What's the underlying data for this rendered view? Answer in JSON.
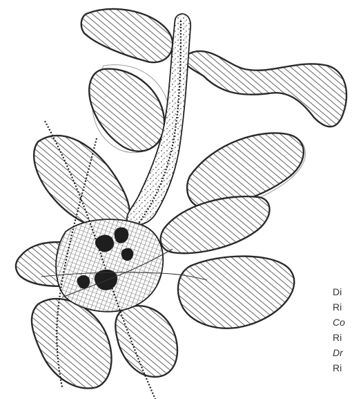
{
  "caption": {
    "lines": [
      "Di",
      "Ri",
      "Co",
      "Ri",
      "Dr",
      "Ri"
    ]
  },
  "colors": {
    "ink": "#222222",
    "paper": "#ffffff"
  }
}
